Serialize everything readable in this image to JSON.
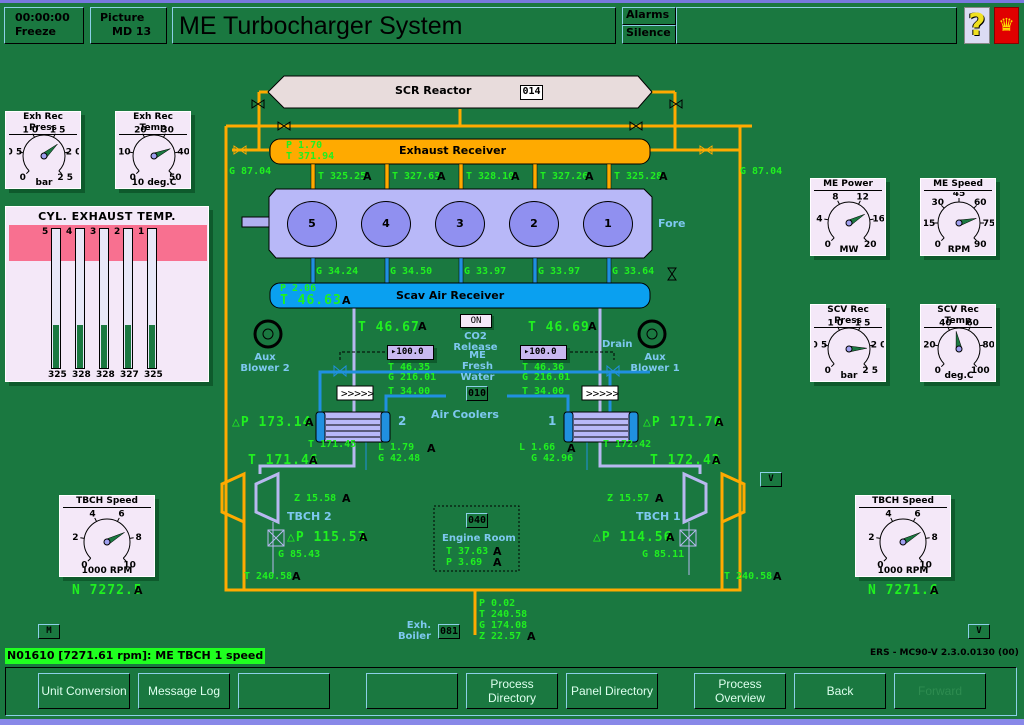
{
  "header": {
    "time": "00:00:00",
    "freeze_label": "Freeze",
    "picture_label": "Picture",
    "picture_id": "MD 13",
    "title": "ME Turbocharger System",
    "alarms_label": "Alarms",
    "silence_label": "Silence",
    "help_icon": "question-mark-icon",
    "logo_icon": "royal-crest-icon"
  },
  "gauges": {
    "exh_rec_press": {
      "title": "Exh Rec Press",
      "unit": "bar",
      "ticks": [
        "0",
        "0 5",
        "1 0",
        "1 5",
        "2 0",
        "2 5"
      ],
      "value": 1.7,
      "max": 2.5
    },
    "exh_rec_temp": {
      "title": "Exh Rec Temp",
      "unit": "10 deg.C",
      "ticks": [
        "0",
        "10",
        "20",
        "30",
        "40",
        "50"
      ],
      "value": 37.2,
      "max": 50
    },
    "me_power": {
      "title": "ME Power",
      "unit": "MW",
      "ticks": [
        "0",
        "4",
        "8",
        "12",
        "16",
        "20"
      ],
      "value": 14.5,
      "max": 20
    },
    "me_speed": {
      "title": "ME Speed",
      "unit": "RPM",
      "ticks": [
        "0",
        "15",
        "30",
        "45",
        "60",
        "75",
        "90"
      ],
      "value": 70,
      "max": 90
    },
    "scv_rec_press": {
      "title": "SCV Rec Press",
      "unit": "bar",
      "ticks": [
        "0",
        "0 5",
        "1 0",
        "1 5",
        "2 0",
        "2 5"
      ],
      "value": 2.06,
      "max": 2.5
    },
    "scv_rec_temp": {
      "title": "SCV Rec Temp",
      "unit": "deg.C",
      "ticks": [
        "0",
        "20",
        "40",
        "60",
        "80",
        "100"
      ],
      "value": 46.6,
      "max": 100
    },
    "tbch2_speed": {
      "title": "TBCH Speed",
      "unit": "1000 RPM",
      "ticks": [
        "0",
        "2",
        "4",
        "6",
        "8",
        "10"
      ],
      "value": 7.27,
      "max": 10
    },
    "tbch1_speed": {
      "title": "TBCH Speed",
      "unit": "1000 RPM",
      "ticks": [
        "0",
        "2",
        "4",
        "6",
        "8",
        "10"
      ],
      "value": 7.27,
      "max": 10
    }
  },
  "cyl_exhaust": {
    "title": "CYL. EXHAUST TEMP.",
    "cylinders": [
      {
        "label": "5",
        "value": "325",
        "fill_fraction": 0.31
      },
      {
        "label": "4",
        "value": "328",
        "fill_fraction": 0.31
      },
      {
        "label": "3",
        "value": "328",
        "fill_fraction": 0.31
      },
      {
        "label": "2",
        "value": "327",
        "fill_fraction": 0.31
      },
      {
        "label": "1",
        "value": "325",
        "fill_fraction": 0.31
      }
    ]
  },
  "scr": {
    "label": "SCR Reactor",
    "tag": "014"
  },
  "exhaust_receiver": {
    "label": "Exhaust Receiver",
    "p": "P 1.70",
    "t": "T 371.94"
  },
  "exh_temps": [
    "T 325.25",
    "T 327.63",
    "T 328.10",
    "T 327.26",
    "T 325.28"
  ],
  "engine": {
    "cylinders": [
      "5",
      "4",
      "3",
      "2",
      "1"
    ],
    "fore_label": "Fore"
  },
  "scav_flows": [
    "G 34.24",
    "G 34.50",
    "G 33.97",
    "G 33.97",
    "G 33.64"
  ],
  "scav_receiver": {
    "label": "Scav Air Receiver",
    "p": "P 2.06",
    "t": "T 46.63"
  },
  "bypass_left": "G 87.04",
  "bypass_right": "G 87.04",
  "alarm_marker": "A",
  "left_cooler": {
    "t_in": "T 46.67",
    "setpoint": "100.0",
    "fw_t": "T 46.35",
    "fw_g": "G 216.01",
    "fw_out": "T 34.00",
    "dp": "△P 173.14",
    "number": "2",
    "t_out": "T 171.45",
    "l": "L 1.79",
    "g": "G 42.48",
    "t_after": "T 171.46"
  },
  "right_cooler": {
    "t_in": "T 46.69",
    "setpoint": "100.0",
    "fw_t": "T 46.36",
    "fw_g": "G 216.01",
    "fw_out": "T 34.00",
    "dp": "△P 171.70",
    "number": "1",
    "t_out": "T 172.42",
    "l": "L 1.66",
    "g": "G 42.96",
    "t_after": "T 172.42"
  },
  "co2": {
    "button": "ON",
    "label": "CO2  Release"
  },
  "fresh_water": {
    "label": "ME Fresh Water",
    "tag": "010",
    "air_coolers": "Air Coolers"
  },
  "blowers": {
    "left": "Aux Blower 2",
    "right": "Aux Blower 1",
    "drain": "Drain"
  },
  "tbch2": {
    "label": "TBCH 2",
    "z": "Z 15.58",
    "dp": "△P 115.53",
    "g": "G 85.43",
    "t": "T 240.58",
    "n": "N 7272.5"
  },
  "tbch1": {
    "label": "TBCH 1",
    "z": "Z 15.57",
    "dp": "△P 114.56",
    "g": "G 85.11",
    "t": "T 240.58",
    "n": "N 7271.6"
  },
  "engine_room": {
    "tag": "040",
    "label": "Engine Room",
    "t": "T 37.63",
    "p": "P 3.69"
  },
  "exh_boiler": {
    "label": "Exh. Boiler",
    "tag": "081",
    "p": "P 0.02",
    "t": "T 240.58",
    "g": "G 174.08",
    "z": "Z 22.57"
  },
  "nav_small": {
    "m": "M",
    "v_top": "V",
    "v_bottom": "V"
  },
  "status_message": "N01610 [7271.61 rpm]: ME TBCH 1 speed",
  "version": "ERS - MC90-V 2.3.0.0130 (00)",
  "buttons": [
    {
      "label": "Unit Conversion",
      "enabled": true
    },
    {
      "label": "Message Log",
      "enabled": true
    },
    {
      "label": "",
      "enabled": true
    },
    {
      "label": "",
      "enabled": true
    },
    {
      "label": "Process Directory",
      "enabled": true
    },
    {
      "label": "Panel Directory",
      "enabled": true
    },
    {
      "label": "Process Overview",
      "enabled": true
    },
    {
      "label": "Back",
      "enabled": true
    },
    {
      "label": "Forward",
      "enabled": false
    }
  ],
  "colors": {
    "background": "#1a7840",
    "exhaust": "#ffaa00",
    "scav_air": "#0aa0f0",
    "value_green": "#20f020",
    "label_blue": "#7ec8f0",
    "status_bg": "#20ff20"
  }
}
